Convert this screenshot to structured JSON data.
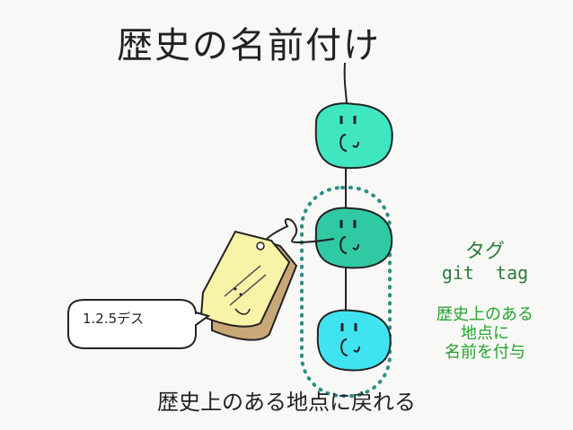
{
  "slide": {
    "title": "歴史の名前付け",
    "caption": "歴史上のある地点に戻れる"
  },
  "tag_label": {
    "bubble": "1.2.5デス"
  },
  "explanation": {
    "heading": "タグ",
    "command": "git  tag",
    "lines": [
      "歴史上のある",
      "地点に",
      "名前を付与"
    ]
  },
  "colors": {
    "commit_top": "#3fe6c0",
    "commit_middle": "#2fcaa4",
    "commit_bottom": "#40e4f0",
    "tag_paper": "#f9f3a8",
    "dotted_frame": "#2a8f85",
    "green_text": "#22a52c"
  },
  "icons": {
    "commit_face": "smiley-c-icon",
    "tag": "price-tag-icon"
  }
}
